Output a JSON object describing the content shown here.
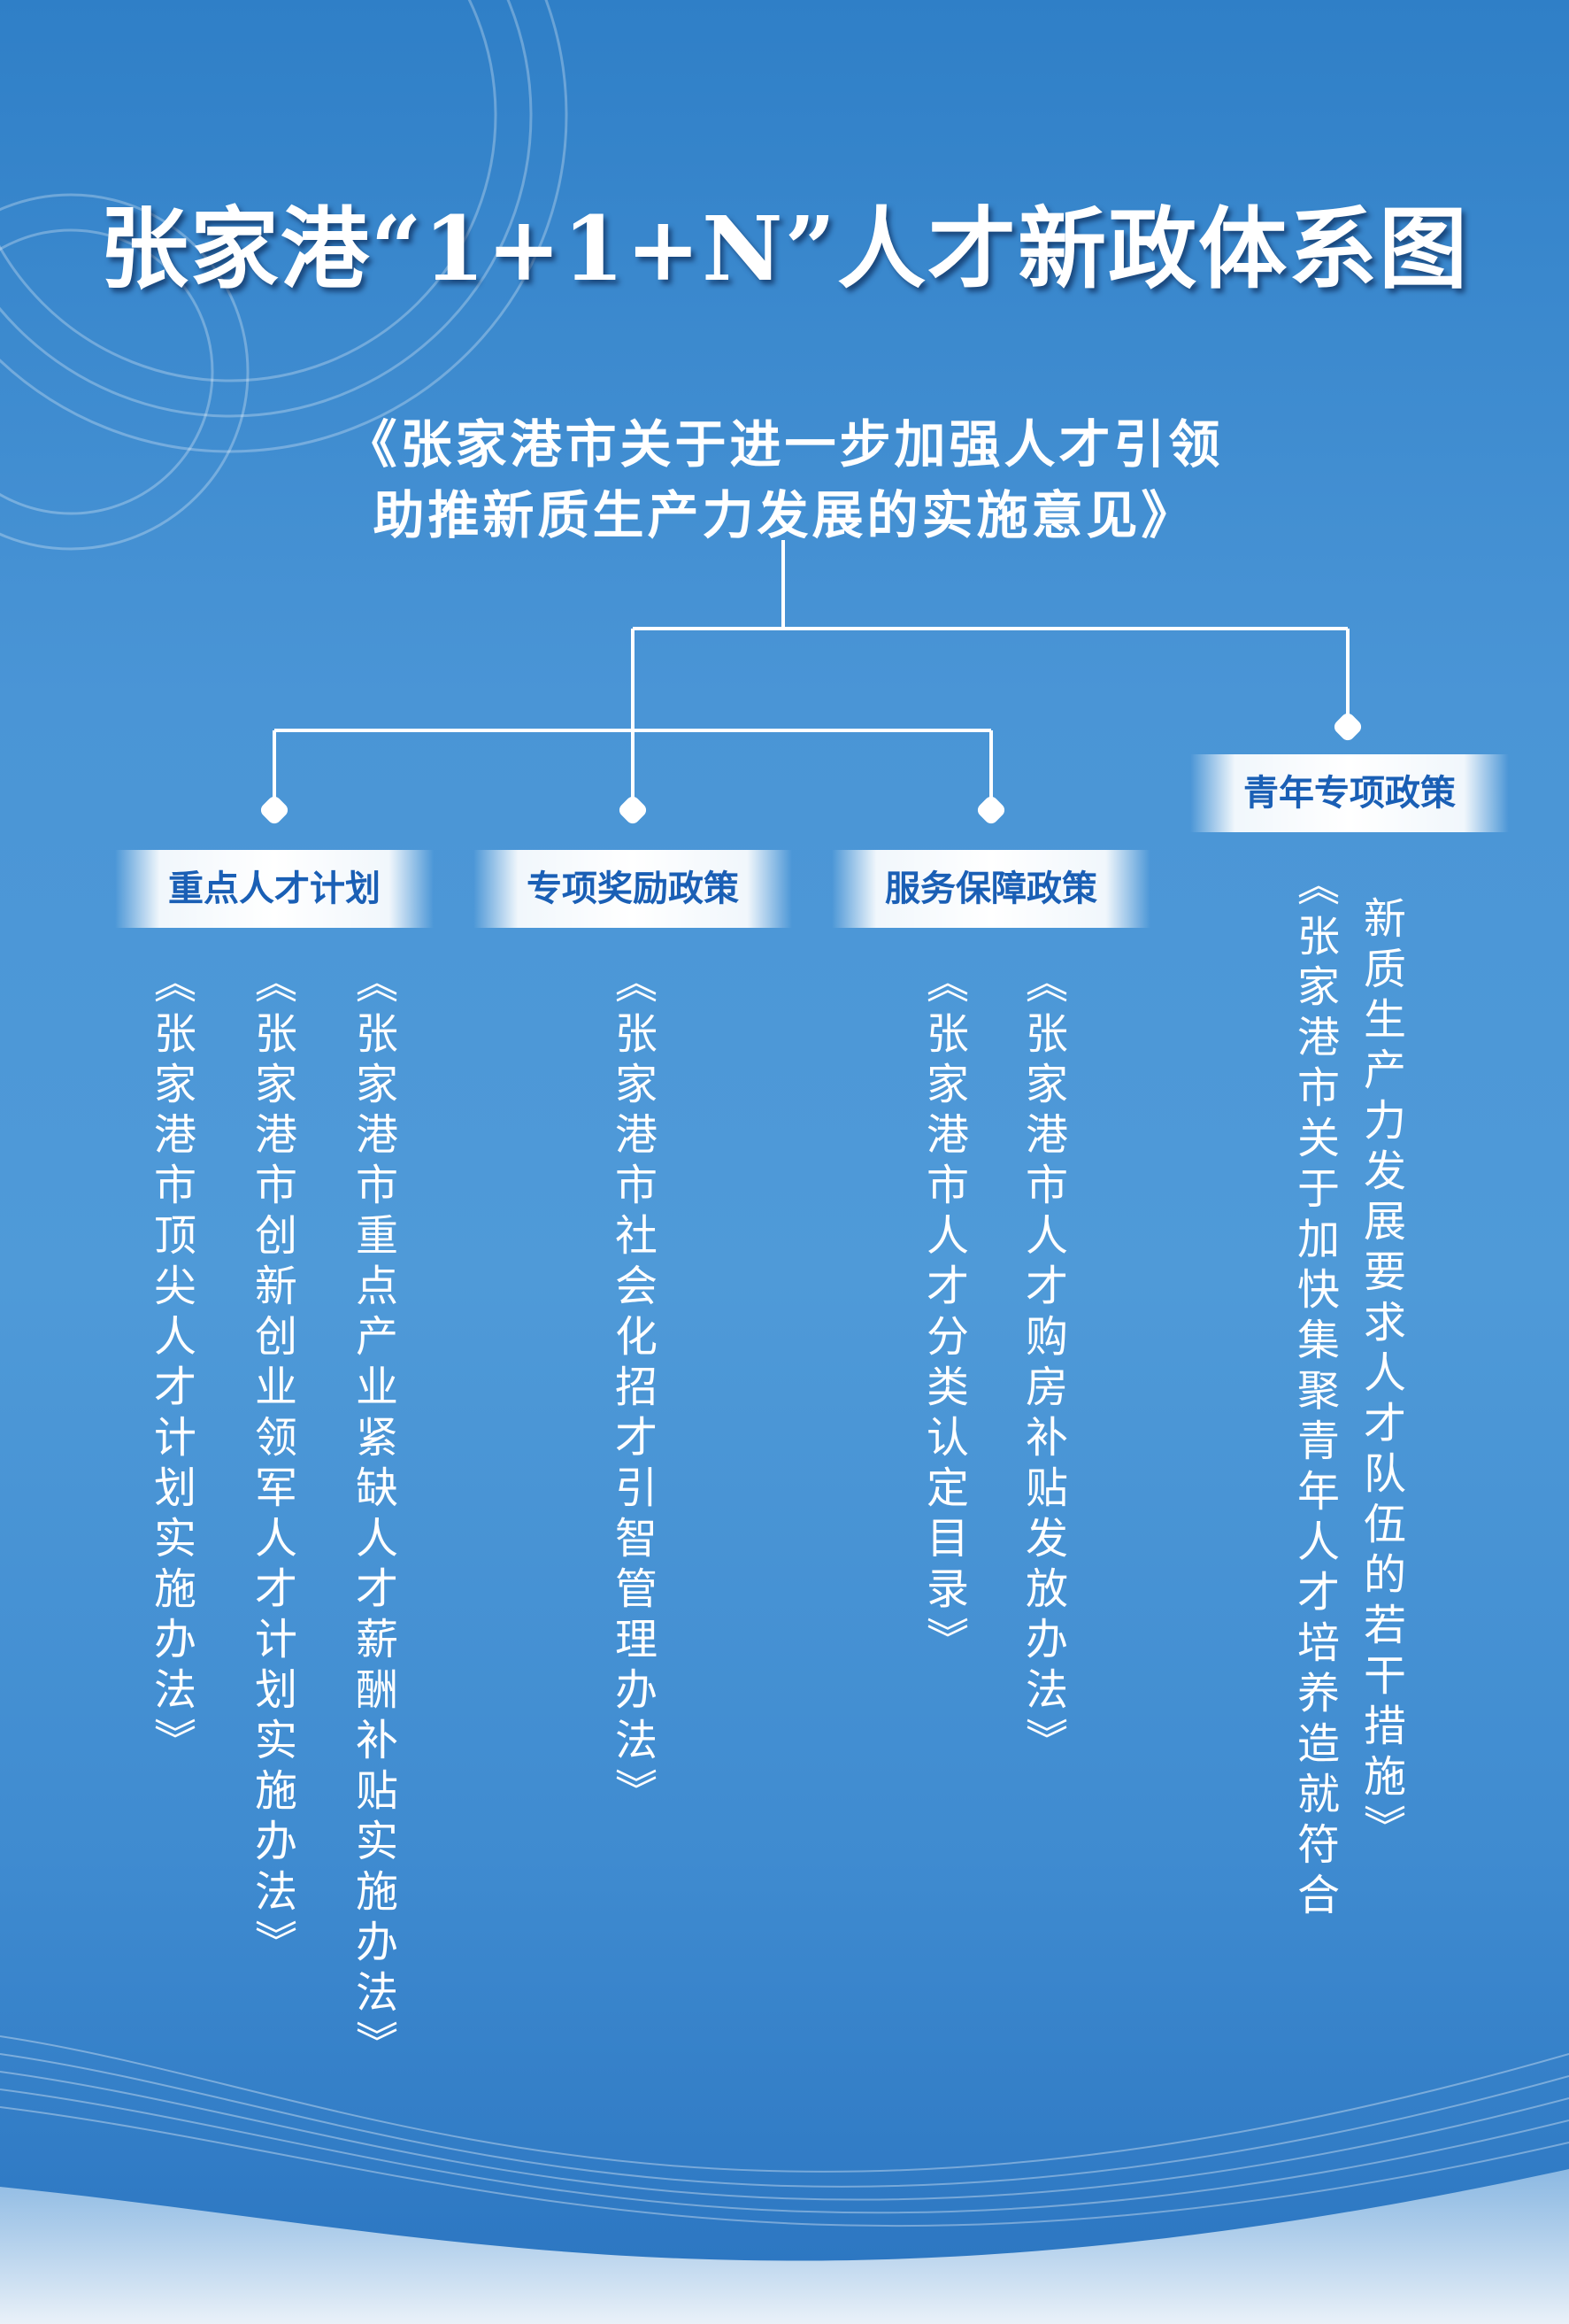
{
  "title": "张家港“1+1+N”人才新政体系图",
  "root": {
    "line1": "《张家港市关于进一步加强人才引领",
    "line2": "助推新质生产力发展的实施意见》"
  },
  "categories": [
    {
      "label": "重点人才计划"
    },
    {
      "label": "专项奖励政策"
    },
    {
      "label": "服务保障政策"
    },
    {
      "label": "青年专项政策"
    }
  ],
  "policies": {
    "talent_plan": [
      "《张家港市顶尖人才计划实施办法》",
      "《张家港市创新创业领军人才计划实施办法》",
      "《张家港市重点产业紧缺人才薪酬补贴实施办法》"
    ],
    "reward": [
      "《张家港市社会化招才引智管理办法》"
    ],
    "service": [
      "《张家港市人才分类认定目录》",
      "《张家港市人才购房补贴发放办法》"
    ],
    "youth": [
      "《张家港市关于加快集聚青年人才培养造就符合",
      "新质生产力发展要求人才队伍的若干措施》"
    ]
  },
  "colors": {
    "text": "#ffffff",
    "banner_text": "#1a5fb5",
    "connector": "#ffffff"
  }
}
